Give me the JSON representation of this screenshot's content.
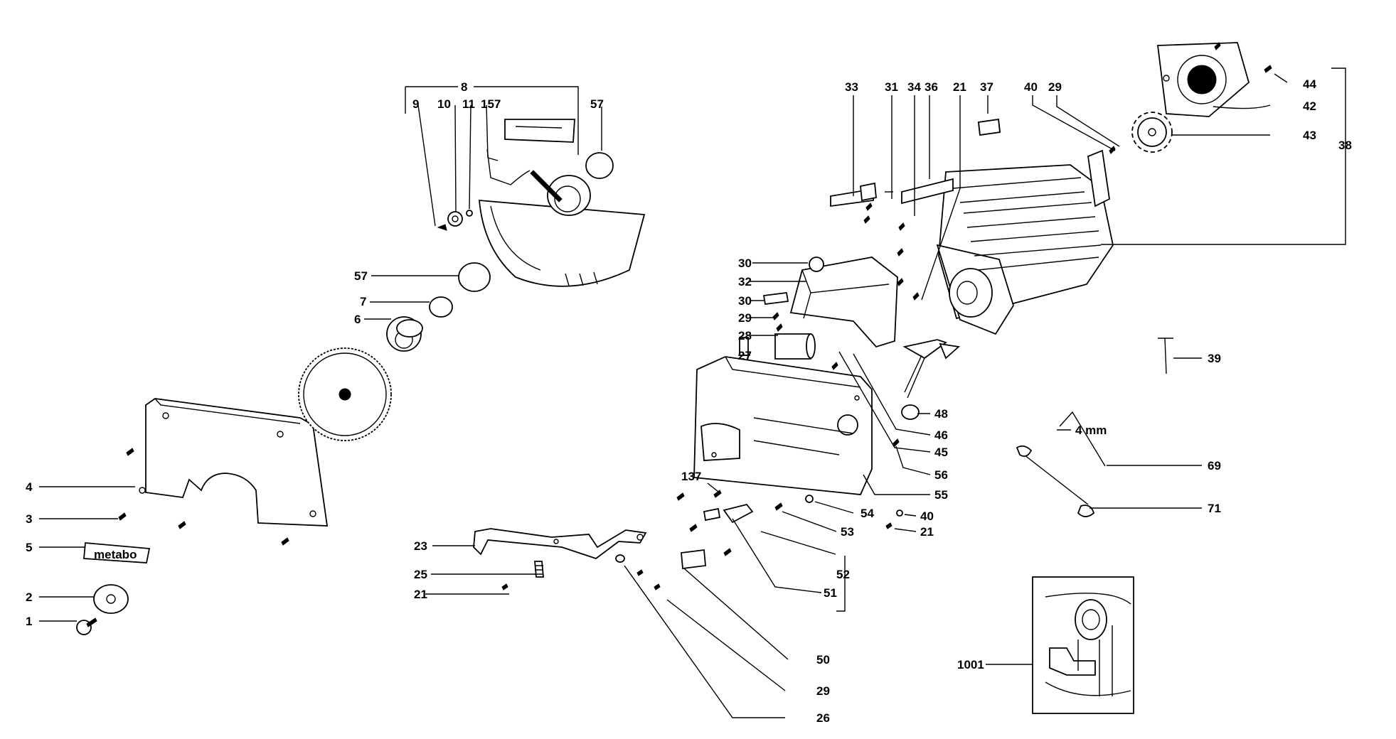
{
  "callouts": {
    "c1": "1",
    "c2": "2",
    "c3": "3",
    "c4": "4",
    "c5": "5",
    "c6": "6",
    "c7": "7",
    "c8": "8",
    "c9": "9",
    "c10": "10",
    "c11": "11",
    "c157": "157",
    "c57a": "57",
    "c57b": "57",
    "c33": "33",
    "c31": "31",
    "c34": "34",
    "c36": "36",
    "c21a": "21",
    "c37": "37",
    "c40a": "40",
    "c29a": "29",
    "c44": "44",
    "c42": "42",
    "c43": "43",
    "c38": "38",
    "c30a": "30",
    "c32": "32",
    "c30b": "30",
    "c29b": "29",
    "c28": "28",
    "c27": "27",
    "c39": "39",
    "c48": "48",
    "c46": "46",
    "c45": "45",
    "c56": "56",
    "c55": "55",
    "c137": "137",
    "c54": "54",
    "c53": "53",
    "c40b": "40",
    "c21b": "21",
    "c4mm": "4 mm",
    "c69": "69",
    "c71": "71",
    "c23": "23",
    "c25": "25",
    "c21c": "21",
    "c52": "52",
    "c51": "51",
    "c50": "50",
    "c29c": "29",
    "c26": "26",
    "c1001": "1001"
  },
  "brand": "metabo"
}
